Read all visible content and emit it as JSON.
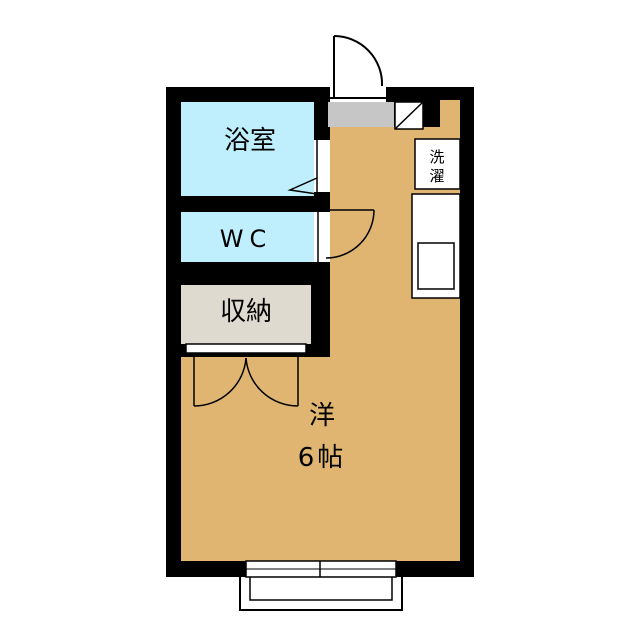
{
  "floorplan": {
    "rooms": {
      "bath": {
        "label": "浴室"
      },
      "toilet": {
        "label": "WC"
      },
      "storage": {
        "label": "収納"
      },
      "western_room": {
        "label_line1": "洋",
        "label_line2": "6帖"
      }
    },
    "fixtures": {
      "washer": {
        "label_line1": "洗",
        "label_line2": "濯"
      }
    }
  }
}
